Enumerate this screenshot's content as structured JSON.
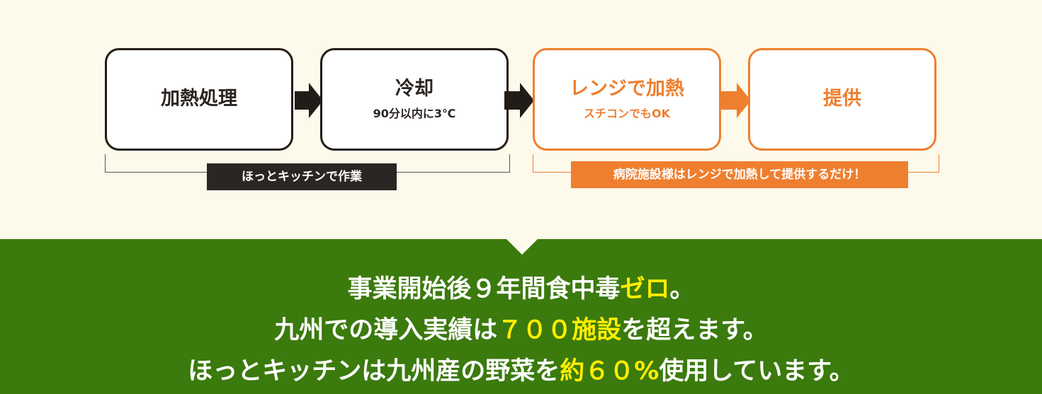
{
  "flow": {
    "step1": {
      "title": "加熱処理"
    },
    "step2": {
      "title": "冷却",
      "sub": "90分以内に3℃"
    },
    "step3": {
      "title": "レンジで加熱",
      "sub": "スチコンでもOK"
    },
    "step4": {
      "title": "提供"
    }
  },
  "labels": {
    "kitchen": "ほっとキッチンで作業",
    "hospital": "病院施設様はレンジで加熱して提供するだけ！"
  },
  "message": {
    "line1": {
      "a": "事業開始後９年間食中毒",
      "hl": "ゼロ",
      "b": "。"
    },
    "line2": {
      "a": "九州での導入実績は",
      "hl": "７００施設",
      "b": "を超えます。"
    },
    "line3": {
      "a": "ほっとキッチンは九州産の野菜を",
      "hl": "約６０%",
      "b": "使用しています。"
    }
  },
  "colors": {
    "dark": "#221c18",
    "orange": "#ee7f2f",
    "green": "#3b7a0d",
    "highlight": "#ffee00",
    "background": "#fdfaeb"
  }
}
